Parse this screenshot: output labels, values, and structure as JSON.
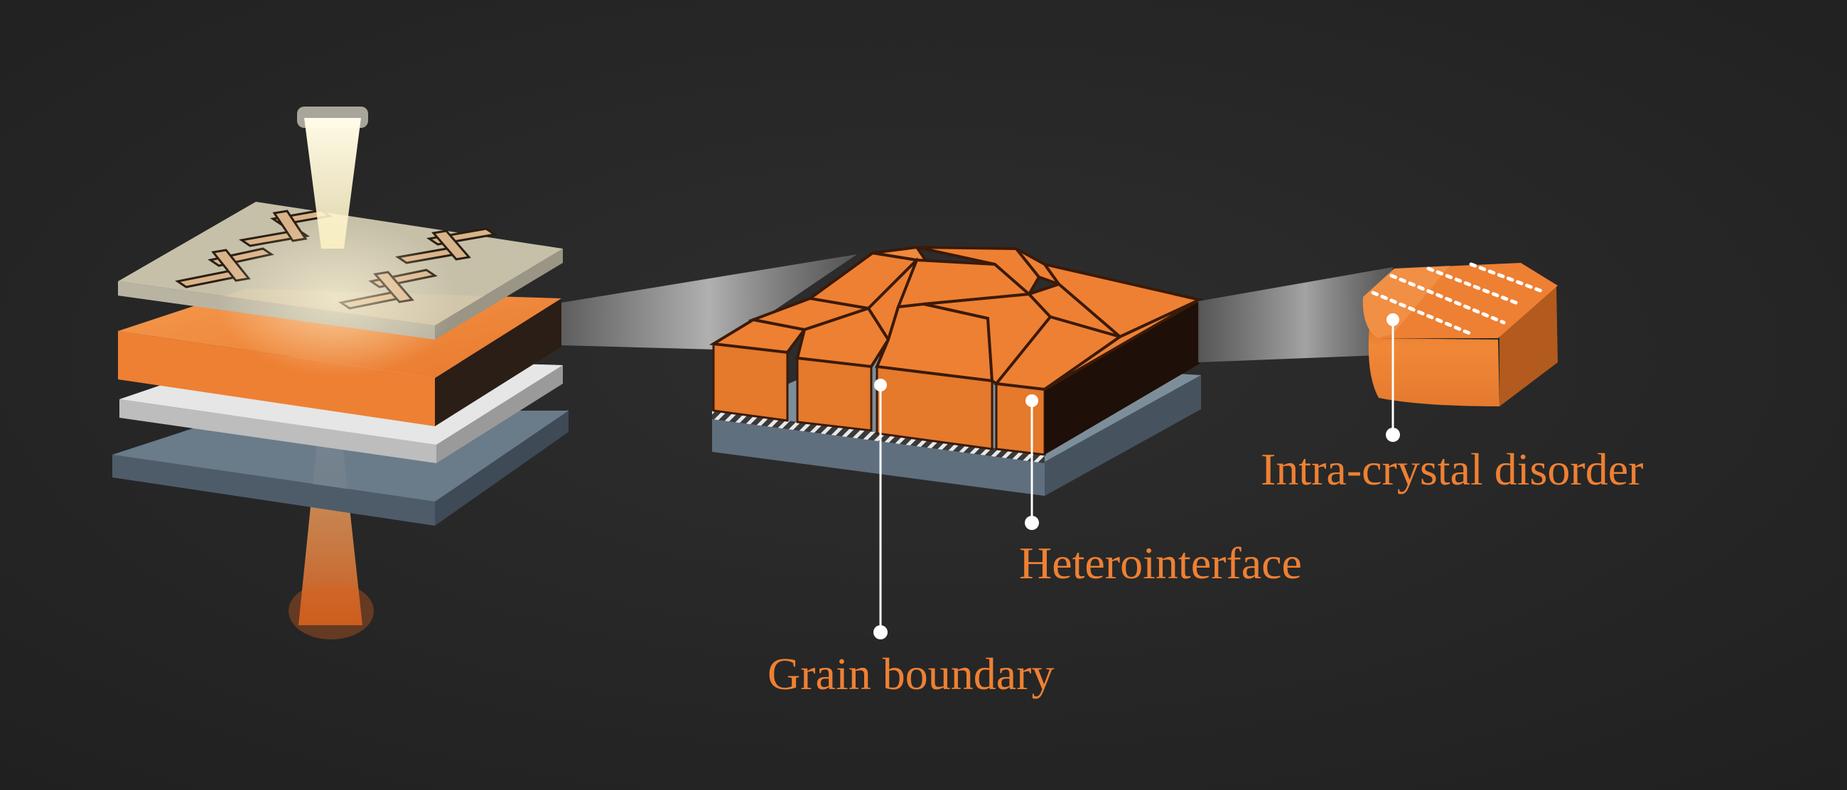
{
  "colors": {
    "background": "#262626",
    "label": "#EE8033",
    "perovskite": "#EE8033",
    "perovskite_dark": "#1E0F08",
    "substrate": "#5F6F7E",
    "electrode": "#C8C0A8",
    "leader_line": "#FFFFFF"
  },
  "labels": {
    "grain_boundary": "Grain boundary",
    "heterointerface": "Heterointerface",
    "intra_crystal_disorder": "Intra-crystal disorder"
  }
}
